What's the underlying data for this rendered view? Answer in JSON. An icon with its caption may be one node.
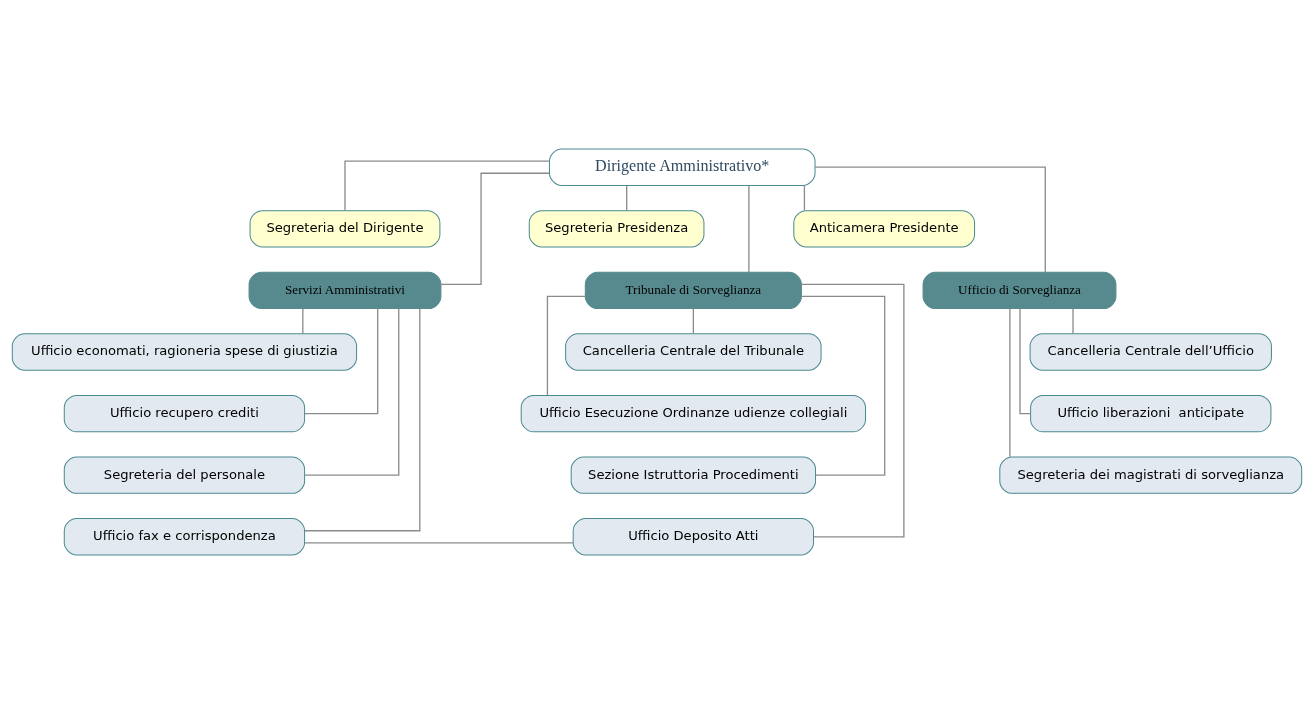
{
  "diagram": {
    "nodes": [
      {
        "text": [
          "Dirigente Amministrativo*"
        ]
      },
      {
        "text": [
          "Segreteria del Dirigente"
        ]
      },
      {
        "text": [
          "Segreteria Presidenza"
        ]
      },
      {
        "text": [
          "Anticamera Presidente"
        ]
      },
      {
        "text": [
          "Tribunale di Sorveglianza"
        ]
      },
      {
        "text": [
          "Ufficio di Sorveglianza"
        ]
      },
      {
        "text": [
          "Servizi Amministrativi"
        ]
      },
      {
        "text": [
          "Cancelleria Centrale del Tribunale"
        ]
      },
      {
        "text": [
          "Ufficio Esecuzione Ordinanze udienze collegiali"
        ]
      },
      {
        "text": [
          "Sezione Istruttoria Procedimenti"
        ]
      },
      {
        "text": [
          "Ufficio Deposito Atti"
        ]
      },
      {
        "text": [
          "Cancelleria Centrale dell’Ufficio"
        ]
      },
      {
        "text": [
          "Ufficio liberazioni  anticipate"
        ]
      },
      {
        "text": [
          "Segreteria dei magistrati di sorveglianza"
        ]
      },
      {
        "text": [
          "Ufficio economati, ragioneria spese di giustizia"
        ]
      },
      {
        "text": [
          "Ufficio recupero crediti"
        ]
      },
      {
        "text": [
          "Segreteria del personale"
        ]
      },
      {
        "text": [
          "Ufficio fax e corrispondenza"
        ]
      }
    ],
    "edges": [
      {
        "from": 0,
        "to": 1,
        "arrow": "none"
      },
      {
        "from": 0,
        "to": 2,
        "arrow": "none"
      },
      {
        "from": 0,
        "to": 3,
        "arrow": "none"
      },
      {
        "from": 0,
        "to": 4,
        "arrow": "none"
      },
      {
        "from": 0,
        "to": 5,
        "arrow": "none"
      },
      {
        "from": 0,
        "to": 6,
        "arrow": "none"
      },
      {
        "from": 4,
        "to": 7,
        "arrow": "none"
      },
      {
        "from": 4,
        "to": 8,
        "arrow": "none"
      },
      {
        "from": 4,
        "to": 9,
        "arrow": "none"
      },
      {
        "from": 4,
        "to": 10,
        "arrow": "none"
      },
      {
        "from": 5,
        "to": 11,
        "arrow": "none"
      },
      {
        "from": 5,
        "to": 12,
        "arrow": "none"
      },
      {
        "from": 5,
        "to": 13,
        "arrow": "none"
      },
      {
        "from": 6,
        "to": 14,
        "arrow": "none"
      },
      {
        "from": 6,
        "to": 15,
        "arrow": "none"
      },
      {
        "from": 6,
        "to": 16,
        "arrow": "none"
      },
      {
        "from": 6,
        "to": 17,
        "arrow": "none"
      },
      {
        "from": 10,
        "to": 17,
        "arrow": "none"
      }
    ]
  }
}
